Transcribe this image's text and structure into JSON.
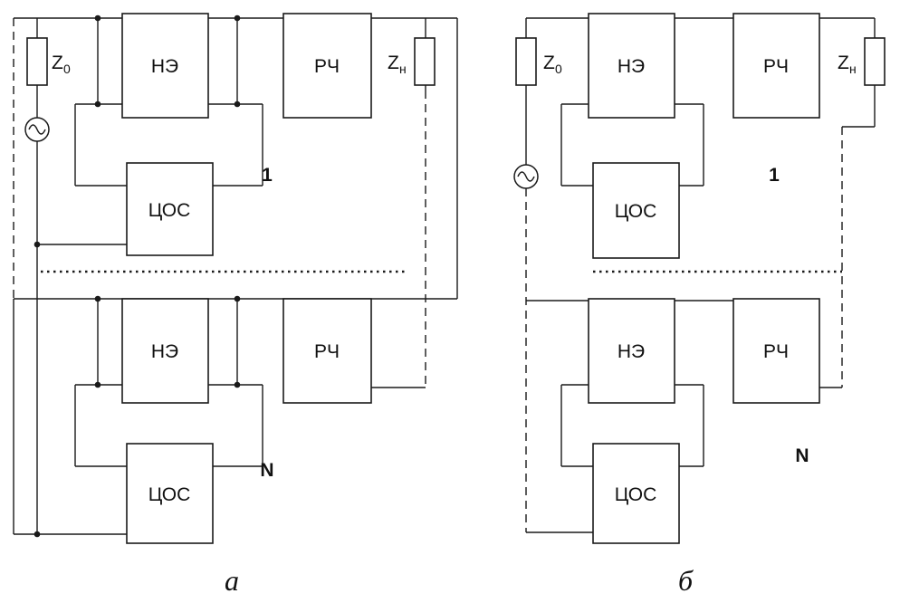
{
  "colors": {
    "line": "#1a1a1a",
    "background": "#ffffff"
  },
  "icons": {
    "source": "ac-sine-source-icon",
    "junction": "junction-dot"
  },
  "diagram_a": {
    "caption": "а",
    "source_impedance": {
      "base": "Z",
      "sub": "0"
    },
    "load_impedance": {
      "base": "Z",
      "sub": "н"
    },
    "stage1": {
      "index": "1",
      "nonlinear_element": "НЭ",
      "rf_chain": "РЧ",
      "feedback": "ЦОС"
    },
    "stageN": {
      "index": "N",
      "nonlinear_element": "НЭ",
      "rf_chain": "РЧ",
      "feedback": "ЦОС"
    }
  },
  "diagram_b": {
    "caption": "б",
    "source_impedance": {
      "base": "Z",
      "sub": "0"
    },
    "load_impedance": {
      "base": "Z",
      "sub": "н"
    },
    "stage1": {
      "index": "1",
      "nonlinear_element": "НЭ",
      "rf_chain": "РЧ",
      "feedback": "ЦОС"
    },
    "stageN": {
      "index": "N",
      "nonlinear_element": "НЭ",
      "rf_chain": "РЧ",
      "feedback": "ЦОС"
    }
  }
}
